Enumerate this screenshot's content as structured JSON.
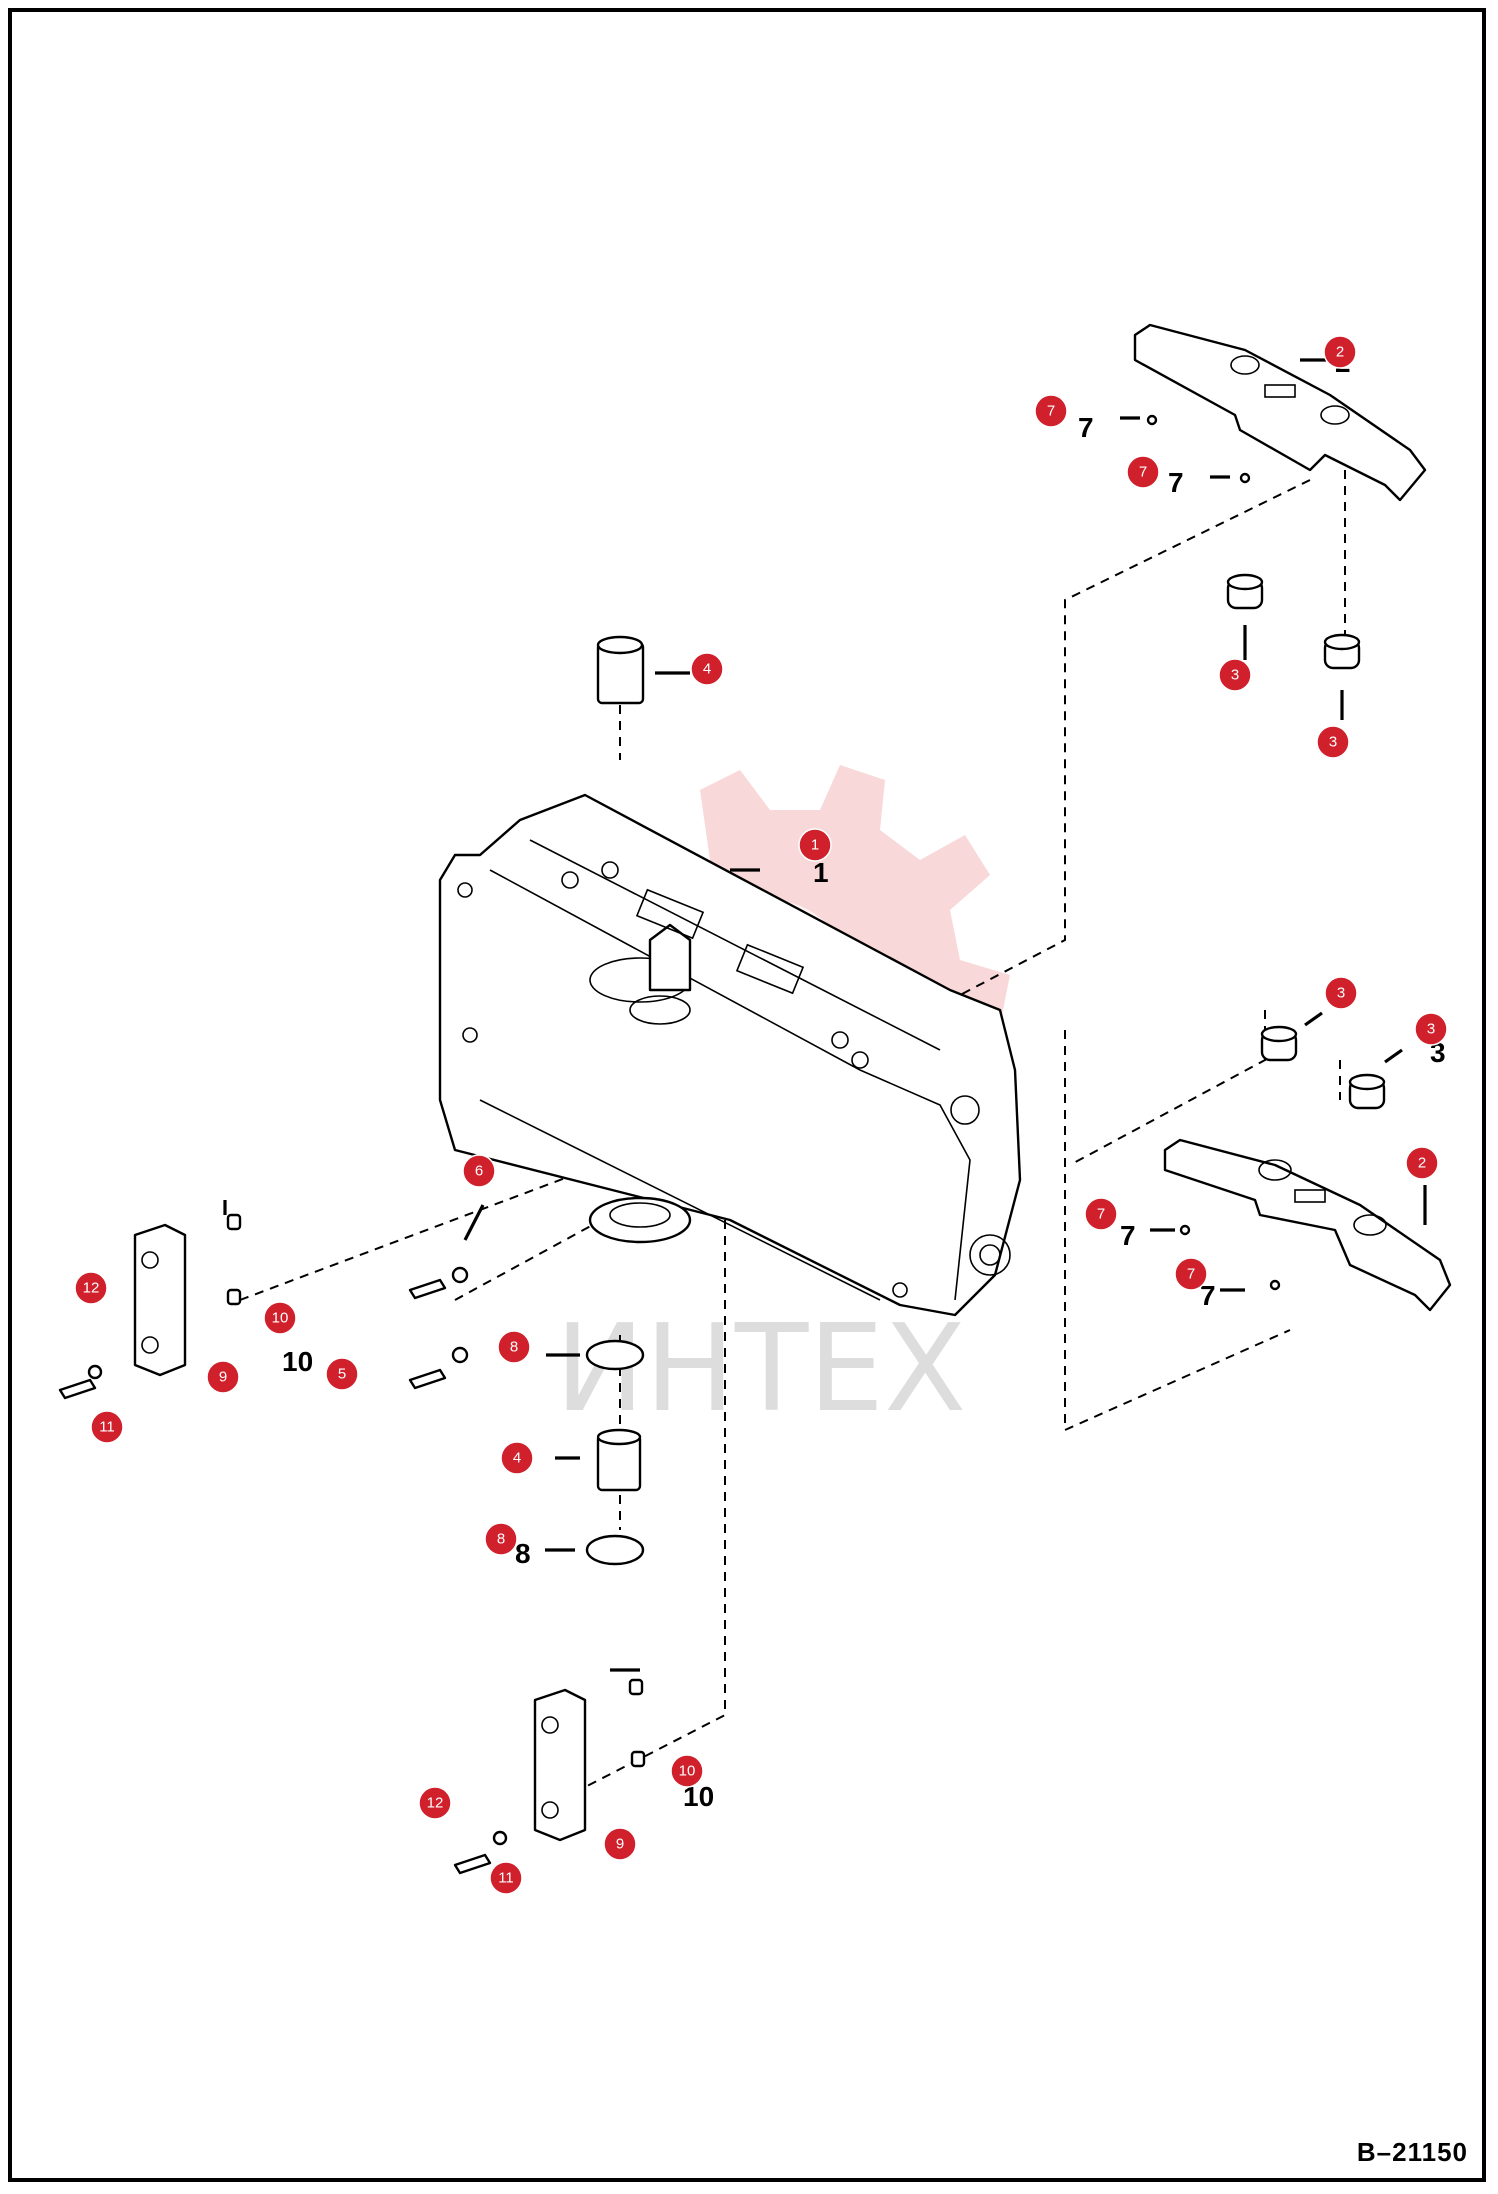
{
  "document_id": "B–21150",
  "watermark_text": "ИНТЕХ",
  "accent_color": "#d0202c",
  "callouts": [
    {
      "label": "1"
    },
    {
      "label": "2"
    },
    {
      "label": "2"
    },
    {
      "label": "3"
    },
    {
      "label": "3"
    },
    {
      "label": "3"
    },
    {
      "label": "3"
    },
    {
      "label": "4"
    },
    {
      "label": "4"
    },
    {
      "label": "5"
    },
    {
      "label": "6"
    },
    {
      "label": "7"
    },
    {
      "label": "7"
    },
    {
      "label": "7"
    },
    {
      "label": "7"
    },
    {
      "label": "8"
    },
    {
      "label": "8"
    },
    {
      "label": "9"
    },
    {
      "label": "9"
    },
    {
      "label": "10"
    },
    {
      "label": "10"
    },
    {
      "label": "11"
    },
    {
      "label": "11"
    },
    {
      "label": "12"
    },
    {
      "label": "12"
    }
  ]
}
